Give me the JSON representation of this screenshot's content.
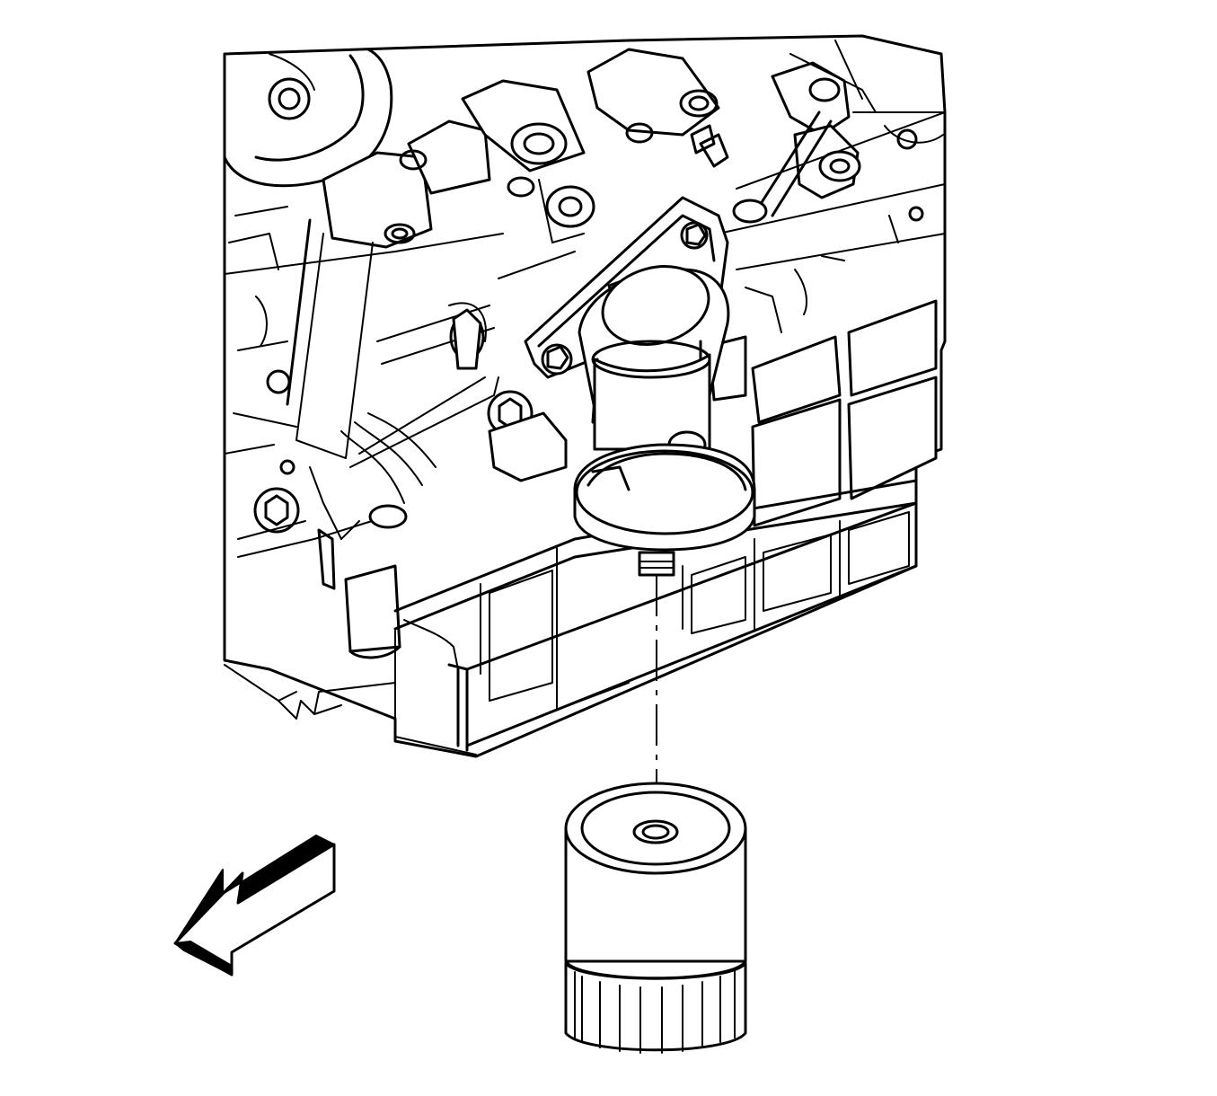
{
  "figure": {
    "kind": "service-illustration",
    "parts": [
      "engine-block",
      "oil-filter-adapter",
      "oil-pan",
      "oil-filter",
      "front-direction-arrow"
    ],
    "colors": {
      "line": "#000000",
      "background": "#ffffff"
    }
  }
}
